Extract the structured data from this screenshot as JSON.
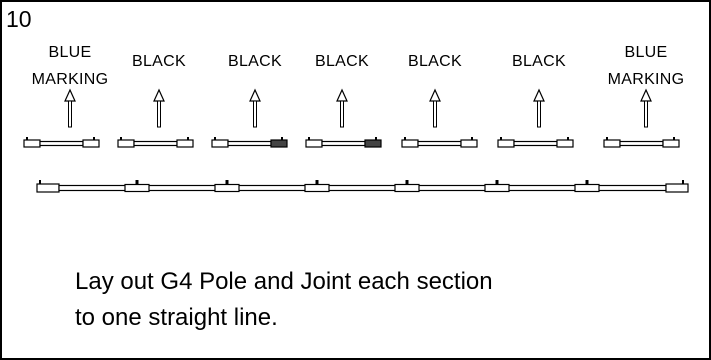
{
  "step_number": "10",
  "sections": [
    {
      "label_lines": [
        "BLUE",
        "MARKING"
      ],
      "marking_color": "blue"
    },
    {
      "label_lines": [
        "BLACK"
      ],
      "marking_color": "black"
    },
    {
      "label_lines": [
        "BLACK"
      ],
      "marking_color": "black"
    },
    {
      "label_lines": [
        "BLACK"
      ],
      "marking_color": "black"
    },
    {
      "label_lines": [
        "BLACK"
      ],
      "marking_color": "black"
    },
    {
      "label_lines": [
        "BLACK"
      ],
      "marking_color": "black"
    },
    {
      "label_lines": [
        "BLUE",
        "MARKING"
      ],
      "marking_color": "blue"
    }
  ],
  "instructions": [
    "Lay out G4 Pole and Joint each section",
    "to one straight line."
  ],
  "colors": {
    "line": "#000000",
    "background": "#ffffff"
  },
  "icons": [
    "up-arrow-icon",
    "pole-section-icon",
    "joined-pole-icon"
  ]
}
